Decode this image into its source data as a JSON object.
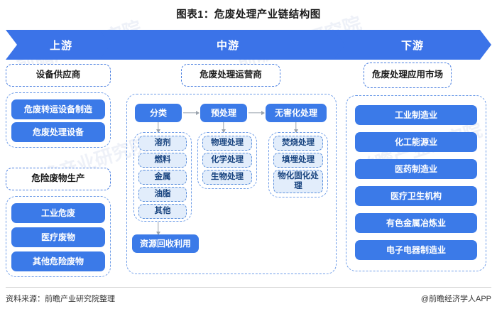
{
  "title": "图表1：危废处理产业链结构图",
  "banner": {
    "segments": [
      {
        "label": "上游"
      },
      {
        "label": "中游"
      },
      {
        "label": "下游"
      }
    ]
  },
  "upstream": {
    "group1": {
      "header": "设备供应商",
      "items": [
        "危废转运设备制造",
        "危废处理设备"
      ]
    },
    "group2": {
      "header": "危险废物生产",
      "items": [
        "工业危废",
        "医疗废物",
        "其他危险废物"
      ]
    }
  },
  "midstream": {
    "header": "危废处理运营商",
    "stages": [
      {
        "label": "分类",
        "items": [
          "溶剂",
          "燃料",
          "金属",
          "油脂",
          "其他"
        ]
      },
      {
        "label": "预处理",
        "items": [
          "物理处理",
          "化学处理",
          "生物处理"
        ]
      },
      {
        "label": "无害化处理",
        "items": [
          "焚烧处理",
          "填埋处理",
          "物化固化处理"
        ]
      }
    ],
    "recycle": "资源回收利用"
  },
  "downstream": {
    "header": "危废处理应用市场",
    "items": [
      "工业制造业",
      "化工能源业",
      "医药制造业",
      "医疗卫生机构",
      "有色金属冶炼业",
      "电子电器制造业"
    ]
  },
  "footer": {
    "source": "资料来源：前瞻产业研究院整理",
    "credit": "@前瞻经济学人APP"
  },
  "watermark": "前瞻产业研究院",
  "colors": {
    "banner_blue": "#3b73e8",
    "box_blue": "#3b7ae8",
    "light_blue": "#e2edfb",
    "dash_border": "#6f9de8"
  }
}
